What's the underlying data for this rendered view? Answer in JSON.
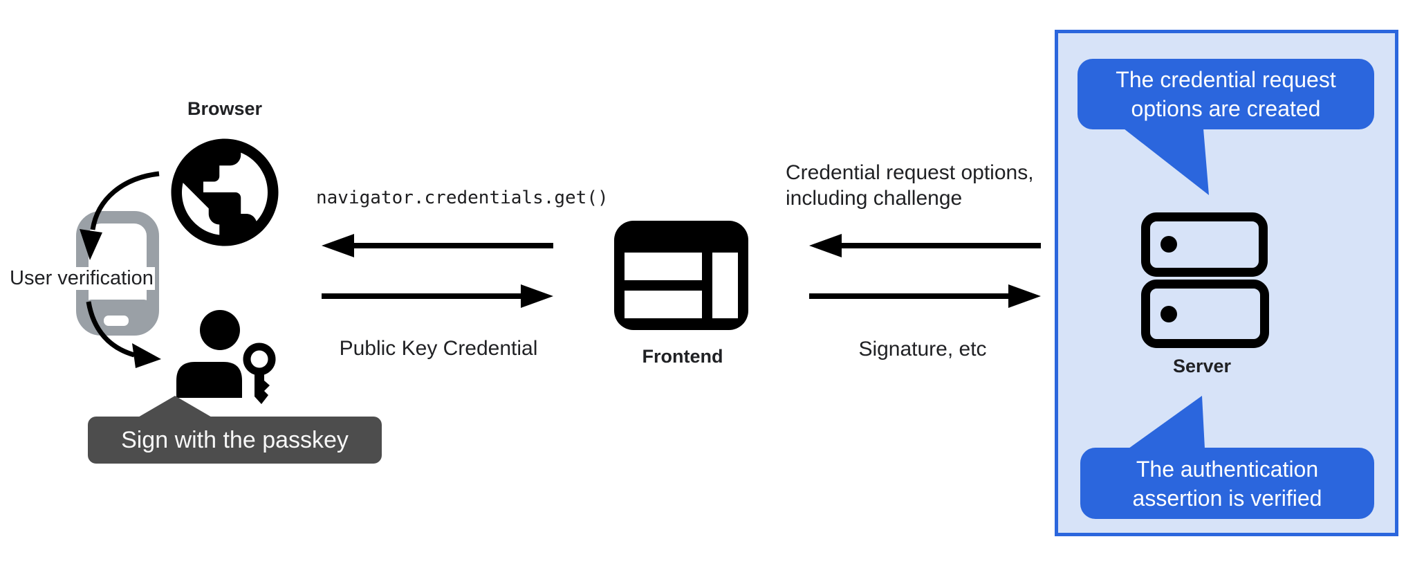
{
  "colors": {
    "accent_blue": "#2b66dd",
    "panel_fill": "#d7e3f8",
    "tooltip_gray": "#4d4d4d",
    "phone_gray": "#9aa0a6",
    "icon_black": "#000000",
    "text_dark": "#202124",
    "bubble_text": "#ffffff"
  },
  "left": {
    "browser_label": "Browser",
    "user_verification_label": "User verification",
    "tooltip_label": "Sign with the passkey"
  },
  "middle": {
    "code_call": "navigator.credentials.get()",
    "return_label": "Public Key Credential",
    "frontend_label": "Frontend"
  },
  "right": {
    "request_label_lines": [
      "Credential request options,",
      "including challenge"
    ],
    "response_label": "Signature, etc"
  },
  "server_panel": {
    "bubble_top_lines": [
      "The credential request",
      "options are created"
    ],
    "server_label": "Server",
    "bubble_bottom_lines": [
      "The authentication",
      "assertion is verified"
    ]
  },
  "icons": {
    "globe": "globe-icon",
    "smartphone": "smartphone-icon",
    "person_key": "person-with-key-icon",
    "frontend_window": "browser-window-icon",
    "server": "server-stack-icon"
  }
}
